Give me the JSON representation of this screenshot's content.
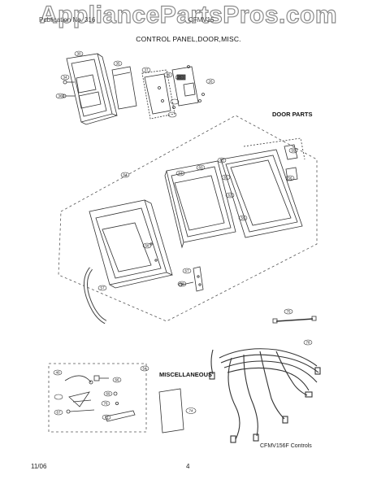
{
  "watermark": "AppliancePartsPros.com",
  "header": {
    "left": "Publication No. 316",
    "right": "CFMV15",
    "title": "CONTROL PANEL,DOOR,MISC."
  },
  "sections": {
    "door_parts": "DOOR PARTS",
    "miscellaneous": "MISCELLANEOUS",
    "controls_caption": "CFMV156F Controls"
  },
  "callouts": {
    "c30": "30",
    "c34": "34",
    "c36": "36",
    "c35": "35",
    "c37": "37",
    "c39": "39",
    "c25": "25",
    "c26": "26",
    "c64": "64",
    "c63": "63",
    "c60": "60",
    "c65": "65",
    "c61": "61",
    "c62": "62",
    "c55": "55",
    "c56": "56",
    "c59": "59",
    "c58": "58",
    "c57": "57",
    "c67": "67",
    "c68": "68",
    "c75": "75",
    "c78": "78",
    "c54": "54",
    "c40": "40",
    "c66": "66",
    "c69": "69",
    "c76": "76",
    "c67b": "67",
    "c71": "71",
    "c74": "74"
  },
  "footer": {
    "date": "11/06",
    "page": "4"
  }
}
